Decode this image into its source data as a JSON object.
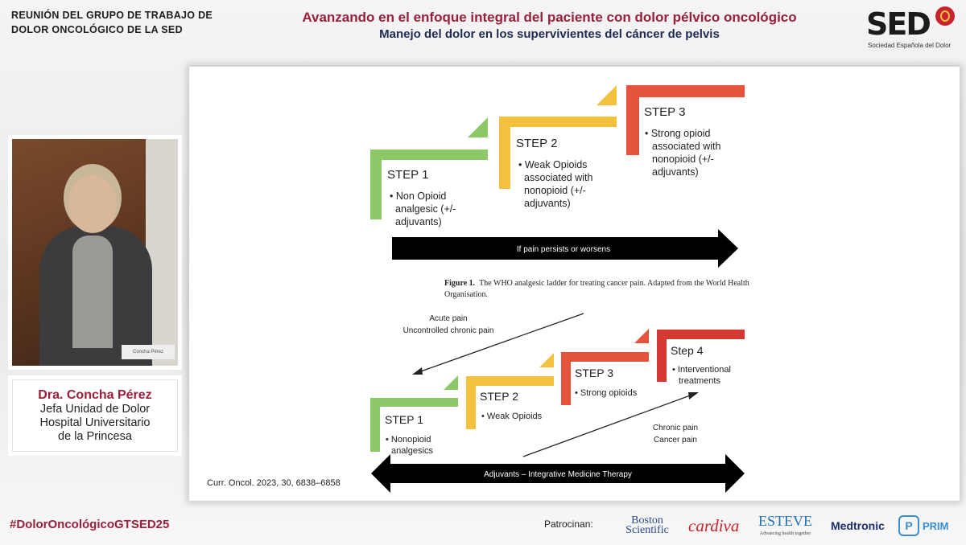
{
  "header": {
    "left_line1": "REUNIÓN DEL GRUPO DE TRABAJO DE",
    "left_line2": "DOLOR ONCOLÓGICO DE LA SED",
    "title": "Avanzando en el enfoque integral del paciente con dolor pélvico oncológico",
    "subtitle": "Manejo del dolor en los supervivientes del cáncer de pelvis"
  },
  "logo": {
    "text": "SED",
    "caption": "Sociedad Española del Dolor"
  },
  "video": {
    "nameplate": "Concha Pérez"
  },
  "speaker": {
    "name": "Dra. Concha Pérez",
    "role_line1": "Jefa Unidad de Dolor",
    "role_line2": "Hospital Universitario",
    "role_line3": "de la Princesa"
  },
  "slide": {
    "top_ladder": {
      "steps": [
        {
          "title": "STEP 1",
          "lines": [
            "• Non Opioid",
            "analgesic (+/-",
            "adjuvants)"
          ],
          "color": "#8cc865"
        },
        {
          "title": "STEP 2",
          "lines": [
            "• Weak Opioids",
            "associated with",
            "nonopioid (+/-",
            "adjuvants)"
          ],
          "color": "#f2c23e"
        },
        {
          "title": "STEP 3",
          "lines": [
            "• Strong opioid",
            "associated with",
            "nonopioid (+/-",
            "adjuvants)"
          ],
          "color": "#e5533c"
        }
      ],
      "arrow_label": "If pain persists or worsens"
    },
    "caption_bold": "Figure 1.",
    "caption_line1": "The WHO analgesic ladder for treating cancer pain.  Adapted from the World Health",
    "caption_line2": "Organisation.",
    "bottom_ladder": {
      "down_label_line1": "Acute pain",
      "down_label_line2": "Uncontrolled chronic pain",
      "up_label_line1": "Chronic pain",
      "up_label_line2": "Cancer pain",
      "steps": [
        {
          "title": "STEP 1",
          "lines": [
            "• Nonopioid",
            "analgesics"
          ],
          "color": "#8cc865"
        },
        {
          "title": "STEP 2",
          "lines": [
            "• Weak Opioids"
          ],
          "color": "#f2c23e"
        },
        {
          "title": "STEP 3",
          "lines": [
            "• Strong opioids"
          ],
          "color": "#e5533c"
        },
        {
          "title": "Step 4",
          "lines": [
            "• Interventional",
            "treatments"
          ],
          "color": "#d43a31"
        }
      ],
      "arrow_label": "Adjuvants – Integrative Medicine Therapy"
    },
    "citation": "Curr. Oncol. 2023, 30, 6838–6858"
  },
  "footer": {
    "hashtag": "#DolorOncológicoGTSED25",
    "sponsor_label": "Patrocinan:",
    "sponsors": {
      "boston_line1": "Boston",
      "boston_line2": "Scientific",
      "cardiva": "cardiva",
      "esteve": "ESTEVE",
      "esteve_tagline": "Advancing health together",
      "medtronic": "Medtronic",
      "prim": "PRIM"
    }
  }
}
